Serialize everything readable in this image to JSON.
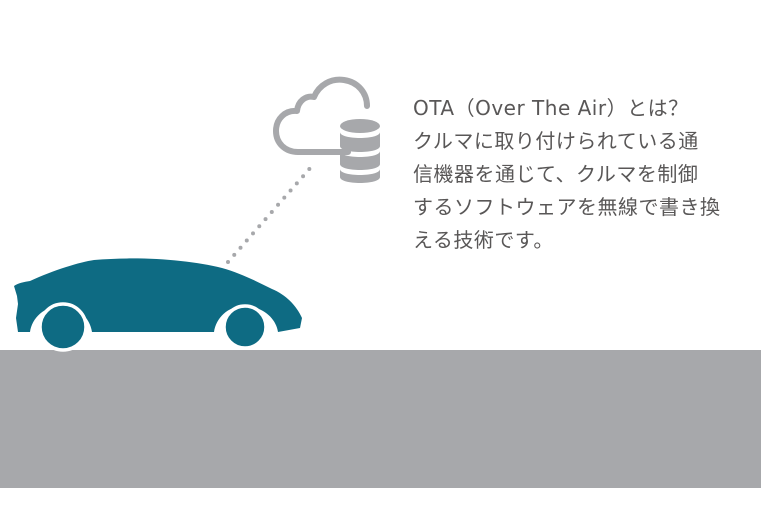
{
  "colors": {
    "car": "#0e6b83",
    "wheel_outline": "#ffffff",
    "ground": "#a7a8ab",
    "cloud_stroke": "#a7a8ab",
    "database": "#a7a8ab",
    "signal_dots": "#a7a8ab",
    "text": "#595757"
  },
  "icons": {
    "cloud": "cloud-icon",
    "database": "database-icon",
    "car": "car-icon",
    "signal": "signal-dotted-line"
  },
  "description": {
    "title": "OTA（Over The Air）とは？",
    "body_lines": [
      "クルマに取り付けられている通",
      "信機器を通じて、クルマを制御",
      "するソフトウェアを無線で書き換",
      "える技術です。"
    ]
  }
}
